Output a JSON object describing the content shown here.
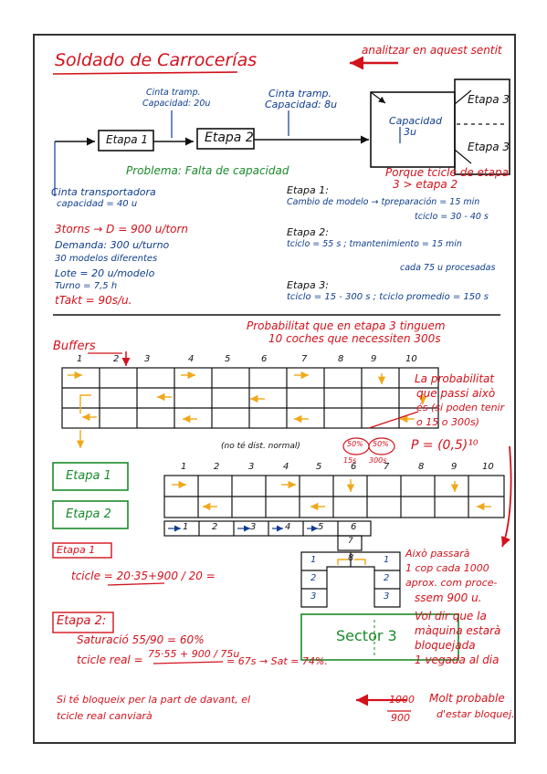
{
  "title": "Soldado de Carrocerías",
  "note_top": "analitzar en aquest sentit",
  "cinta1": {
    "line1": "Cinta tramp.",
    "line2": "Capacidad: 20u"
  },
  "cinta2": {
    "line1": "Cinta tramp.",
    "line2": "Capacidad: 8u"
  },
  "etapa1_box": "Etapa 1",
  "etapa2_box": "Etapa 2",
  "capacidad_box": {
    "line1": "Capacidad",
    "line2": "3u"
  },
  "etapa3_top": "Etapa 3",
  "etapa3_bottom": "Etapa 3",
  "problema": "Problema: Falta de capacidad",
  "porque": {
    "line1": "Porque tcicle de etapa",
    "line2": "3 > etapa 2"
  },
  "cinta_transp": {
    "line1": "Cinta transportadora",
    "line2": "capacidad = 40 u"
  },
  "left_list": [
    {
      "text": "3torns → D = 900 u/torn",
      "color": "#d3121b"
    },
    {
      "text": "Demanda: 300 u/turno",
      "color": "#0d3d8f"
    },
    {
      "text": "30 modelos diferentes",
      "color": "#0d3d8f"
    },
    {
      "text": "Lote = 20 u/modelo",
      "color": "#0d3d8f"
    },
    {
      "text": "Turno = 7,5 h",
      "color": "#0d3d8f"
    },
    {
      "text": "tTakt = 90s/u.",
      "color": "#d3121b"
    }
  ],
  "etapa_notes": {
    "e1_title": "Etapa 1:",
    "e1_line1": "Cambio de modelo → tpreparación = 15 min",
    "e1_line2": "tciclo = 30 - 40 s",
    "e2_title": "Etapa 2:",
    "e2_line1": "tciclo = 55 s ;  tmantenimiento = 15 min",
    "e2_line2": "cada 75 u procesadas",
    "e3_title": "Etapa 3:",
    "e3_line1": "tciclo = 15 - 300 s ;  tciclo promedio = 150 s"
  },
  "prob_note": {
    "line1": "Probabilitat que en etapa 3 tinguem",
    "line2": "10 coches que necessiten 300s"
  },
  "buffers_label": "Buffers",
  "grid_numbers": [
    "1",
    "2",
    "3",
    "4",
    "5",
    "6",
    "7",
    "8",
    "9",
    "10"
  ],
  "la_prob": {
    "l1": "La probabilitat",
    "l2": "que passi això",
    "l3": "és (si poden tenir",
    "l4": "o 15 o 300s)"
  },
  "prob_formula": "P = (0,5)¹⁰",
  "prob_small": {
    "a": "50%",
    "b": "50%",
    "c": "15s",
    "d": "300s"
  },
  "dist_note": "(no té dist. normal)",
  "etapa1_green": "Etapa 1",
  "etapa2_green": "Etapa 2",
  "grid2_numbers": [
    "1",
    "2",
    "3",
    "4",
    "5",
    "6",
    "7",
    "8",
    "9",
    "10"
  ],
  "row3_numbers": [
    "1",
    "2",
    "3",
    "4",
    "5",
    "6"
  ],
  "small_grid": {
    "left": [
      "1",
      "2",
      "3"
    ],
    "middle": [
      "7",
      "8"
    ],
    "right": [
      "1",
      "2",
      "3"
    ]
  },
  "etapa1_calc": {
    "label": "Etapa 1",
    "formula": "tcicle = 20·35+900 / 20 ="
  },
  "etapa2_calc": {
    "label": "Etapa 2:",
    "saturacio": "Saturació 55/90 = 60%",
    "treal_label": "tcicle real =",
    "treal_formula": "75·55 + 900 / 75u",
    "treal_result": "= 67s → Sat = 74%."
  },
  "sector": "Sector 3",
  "right_note": [
    "Això passarà",
    "1 cop cada 1000",
    "aprox. com proce-",
    "ssem 900 u.",
    "Vol dir que la",
    "màquina estarà",
    "bloquejada",
    "1 vegada al dia"
  ],
  "ratio": {
    "num": "1000",
    "den": "900"
  },
  "molt_probable": {
    "l1": "Molt probable",
    "l2": "d'estar bloquej."
  },
  "bottom_note": {
    "l1": "Si té bloqueix per la part de davant, el",
    "l2": "tcicle real canviarà"
  }
}
